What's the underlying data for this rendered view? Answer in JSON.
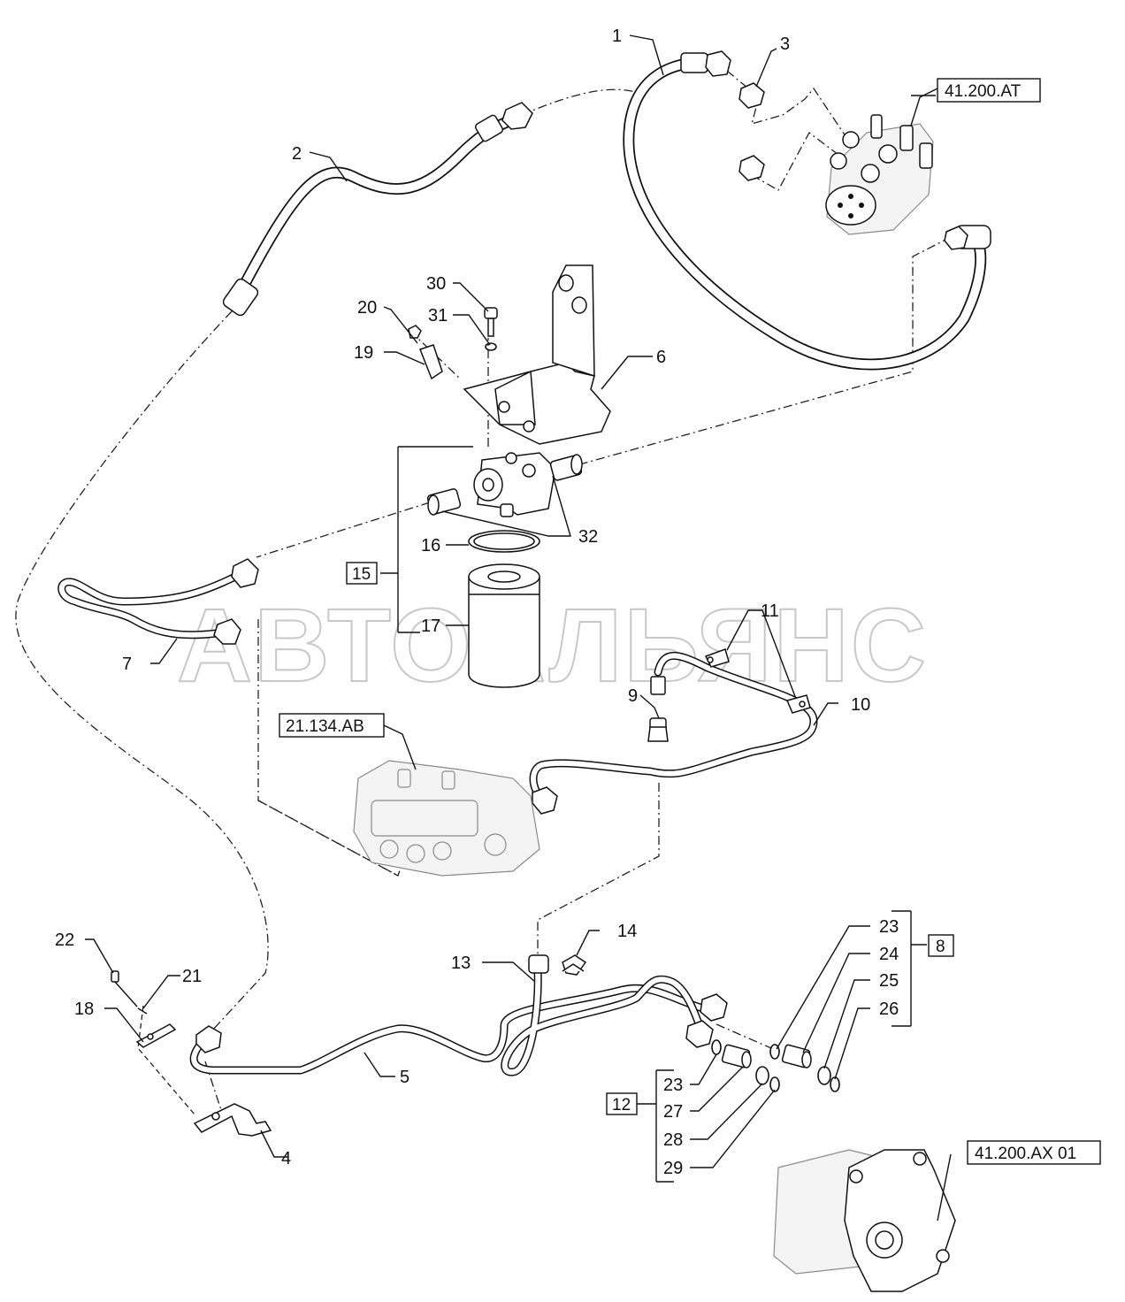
{
  "watermark": "АВТОАЛЬЯНС",
  "labels": {
    "n1": "1",
    "n2": "2",
    "n3": "3",
    "n4": "4",
    "n5": "5",
    "n6": "6",
    "n7": "7",
    "n9": "9",
    "n10": "10",
    "n11": "11",
    "n13": "13",
    "n14": "14",
    "n16": "16",
    "n17": "17",
    "n18": "18",
    "n19": "19",
    "n20": "20",
    "n21": "21",
    "n22": "22",
    "n23a": "23",
    "n23b": "23",
    "n24": "24",
    "n25": "25",
    "n26": "26",
    "n27": "27",
    "n28": "28",
    "n29": "29",
    "n30": "30",
    "n31": "31",
    "n32": "32"
  },
  "boxed": {
    "b8": "8",
    "b12": "12",
    "b15": "15"
  },
  "references": {
    "steering_unit": "41.200.AT",
    "control_valve": "21.134.AB",
    "pump": "41.200.AX 01"
  },
  "icons": {
    "steering_unit": "steering-unit-icon",
    "control_valve": "control-valve-icon",
    "pump": "hydraulic-pump-icon",
    "filter": "oil-filter-icon"
  }
}
